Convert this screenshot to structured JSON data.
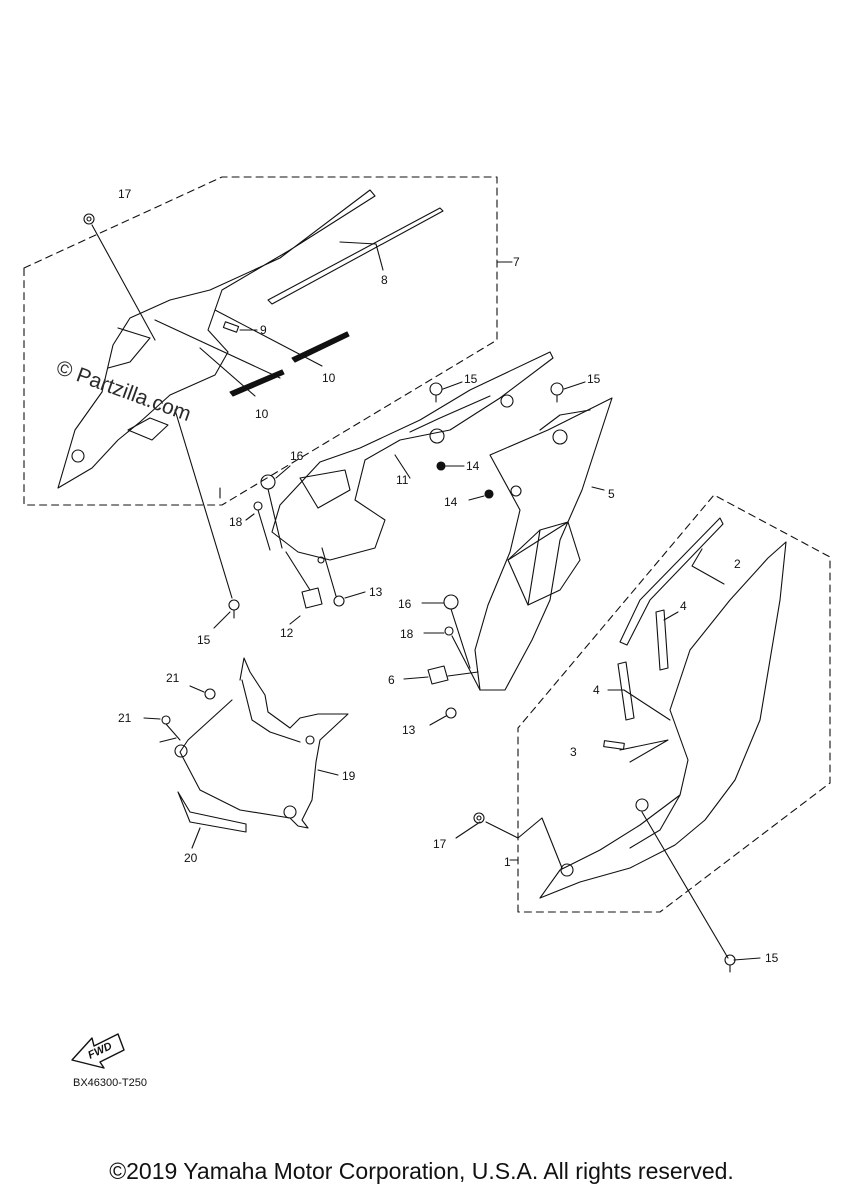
{
  "watermark": "© Partzilla.com",
  "fwd_label": "FWD",
  "diagram_code": "BX46300-T250",
  "copyright": "©2019 Yamaha Motor Corporation, U.S.A. All rights reserved.",
  "callouts": {
    "c1": "1",
    "c2": "2",
    "c3": "3",
    "c4a": "4",
    "c4b": "4",
    "c5": "5",
    "c6": "6",
    "c7": "7",
    "c8": "8",
    "c9": "9",
    "c10a": "10",
    "c10b": "10",
    "c11": "11",
    "c12": "12",
    "c13a": "13",
    "c13b": "13",
    "c14a": "14",
    "c14b": "14",
    "c15a": "15",
    "c15b": "15",
    "c15c": "15",
    "c15d": "15",
    "c16a": "16",
    "c16b": "16",
    "c17a": "17",
    "c17b": "17",
    "c18a": "18",
    "c18b": "18",
    "c19": "19",
    "c20": "20",
    "c21a": "21",
    "c21b": "21"
  }
}
